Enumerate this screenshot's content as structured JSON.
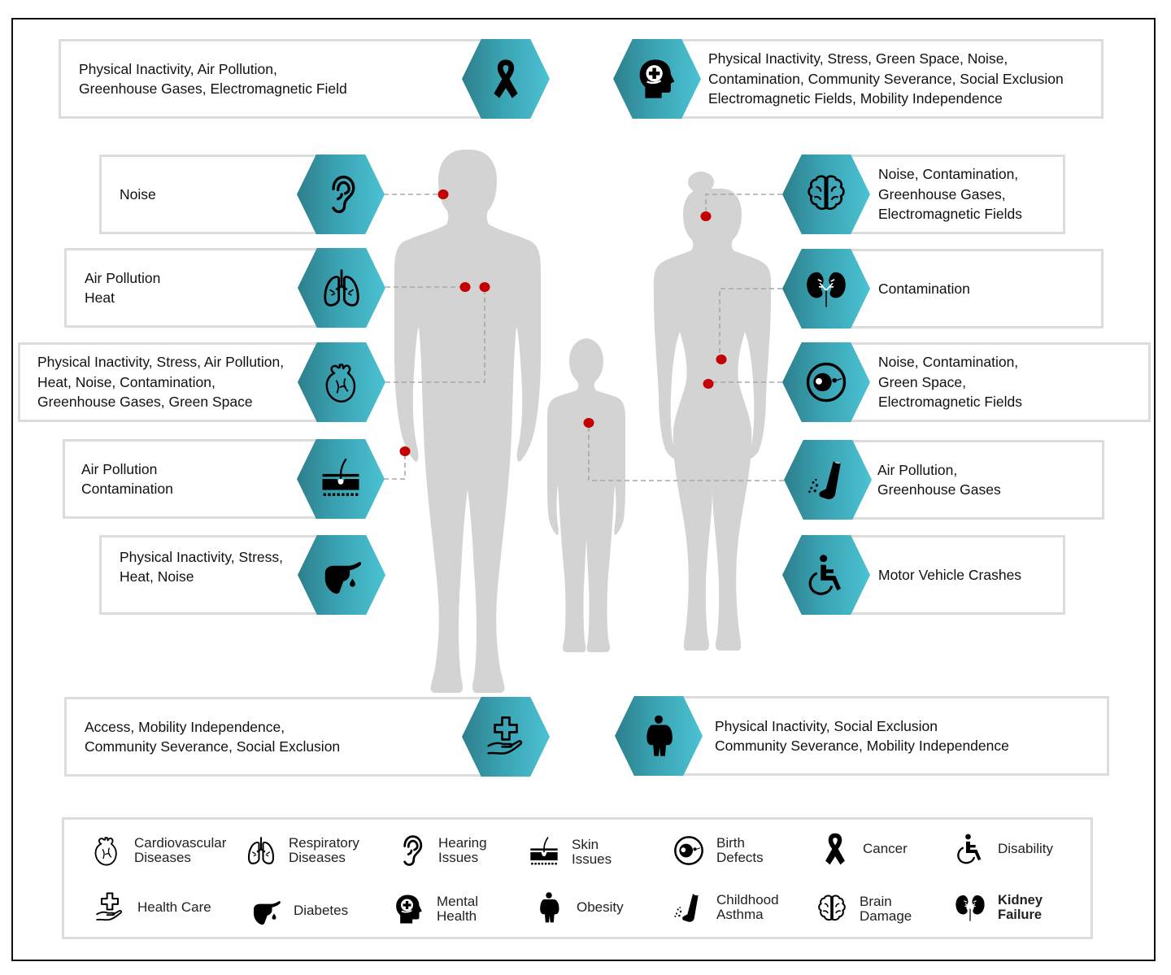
{
  "colors": {
    "hex_gradient": [
      "#2d7f8c",
      "#4bc2d2"
    ],
    "box_border": "#dcdcdc",
    "silhouette": "#d3d3d3",
    "marker": "#c40000",
    "connector": "#a8a8a8"
  },
  "top": {
    "cancer": {
      "icon": "cancer-ribbon-icon",
      "text": "Physical Inactivity, Air Pollution,\nGreenhouse Gases, Electromagnetic Field"
    },
    "mental_health": {
      "icon": "mental-health-head-icon",
      "text": "Physical Inactivity, Stress, Green Space, Noise,\nContamination, Community Severance, Social Exclusion\nElectromagnetic Fields, Mobility Independence"
    }
  },
  "left": [
    {
      "icon": "ear-icon",
      "condition": "Hearing Issues",
      "text": "Noise"
    },
    {
      "icon": "lungs-icon",
      "condition": "Respiratory Diseases",
      "text": "Air Pollution\nHeat"
    },
    {
      "icon": "heart-icon",
      "condition": "Cardiovascular Diseases",
      "text": "Physical Inactivity, Stress, Air Pollution,\nHeat, Noise, Contamination,\nGreenhouse Gases, Green Space"
    },
    {
      "icon": "skin-icon",
      "condition": "Skin Issues",
      "text": "Air Pollution\nContamination"
    },
    {
      "icon": "diabetes-finger-icon",
      "condition": "Diabetes",
      "text": "Physical Inactivity, Stress,\nHeat, Noise"
    }
  ],
  "right": [
    {
      "icon": "brain-icon",
      "condition": "Brain Damage",
      "text": "Noise, Contamination,\nGreenhouse Gases,\nElectromagnetic Fields"
    },
    {
      "icon": "kidney-icon",
      "condition": "Kidney Failure",
      "text": "Contamination"
    },
    {
      "icon": "birth-defect-icon",
      "condition": "Birth Defects",
      "text": "Noise, Contamination,\nGreen Space,\nElectromagnetic Fields"
    },
    {
      "icon": "inhaler-icon",
      "condition": "Childhood Asthma",
      "text": "Air Pollution,\nGreenhouse Gases"
    },
    {
      "icon": "wheelchair-icon",
      "condition": "Disability",
      "text": "Motor Vehicle Crashes"
    }
  ],
  "bottom": {
    "health_care": {
      "icon": "health-care-hand-icon",
      "text": "Access, Mobility Independence,\nCommunity Severance, Social Exclusion"
    },
    "obesity": {
      "icon": "obesity-person-icon",
      "text": "Physical Inactivity, Social Exclusion\nCommunity Severance, Mobility Independence"
    }
  },
  "figures": [
    "man",
    "child",
    "woman"
  ],
  "legend": [
    {
      "icon": "heart-icon",
      "label": "Cardiovascular\nDiseases"
    },
    {
      "icon": "lungs-icon",
      "label": "Respiratory\nDiseases"
    },
    {
      "icon": "ear-icon",
      "label": "Hearing\nIssues"
    },
    {
      "icon": "skin-icon",
      "label": "Skin\nIssues"
    },
    {
      "icon": "birth-defect-icon",
      "label": "Birth\nDefects"
    },
    {
      "icon": "cancer-ribbon-icon",
      "label": "Cancer"
    },
    {
      "icon": "wheelchair-icon",
      "label": "Disability"
    },
    {
      "icon": "health-care-hand-icon",
      "label": "Health  Care"
    },
    {
      "icon": "diabetes-finger-icon",
      "label": "Diabetes"
    },
    {
      "icon": "mental-health-head-icon",
      "label": "Mental\nHealth"
    },
    {
      "icon": "obesity-person-icon",
      "label": "Obesity"
    },
    {
      "icon": "inhaler-icon",
      "label": "Childhood\nAsthma"
    },
    {
      "icon": "brain-icon",
      "label": "Brain\nDamage"
    },
    {
      "icon": "kidney-icon",
      "label": "Kidney\nFailure"
    }
  ]
}
